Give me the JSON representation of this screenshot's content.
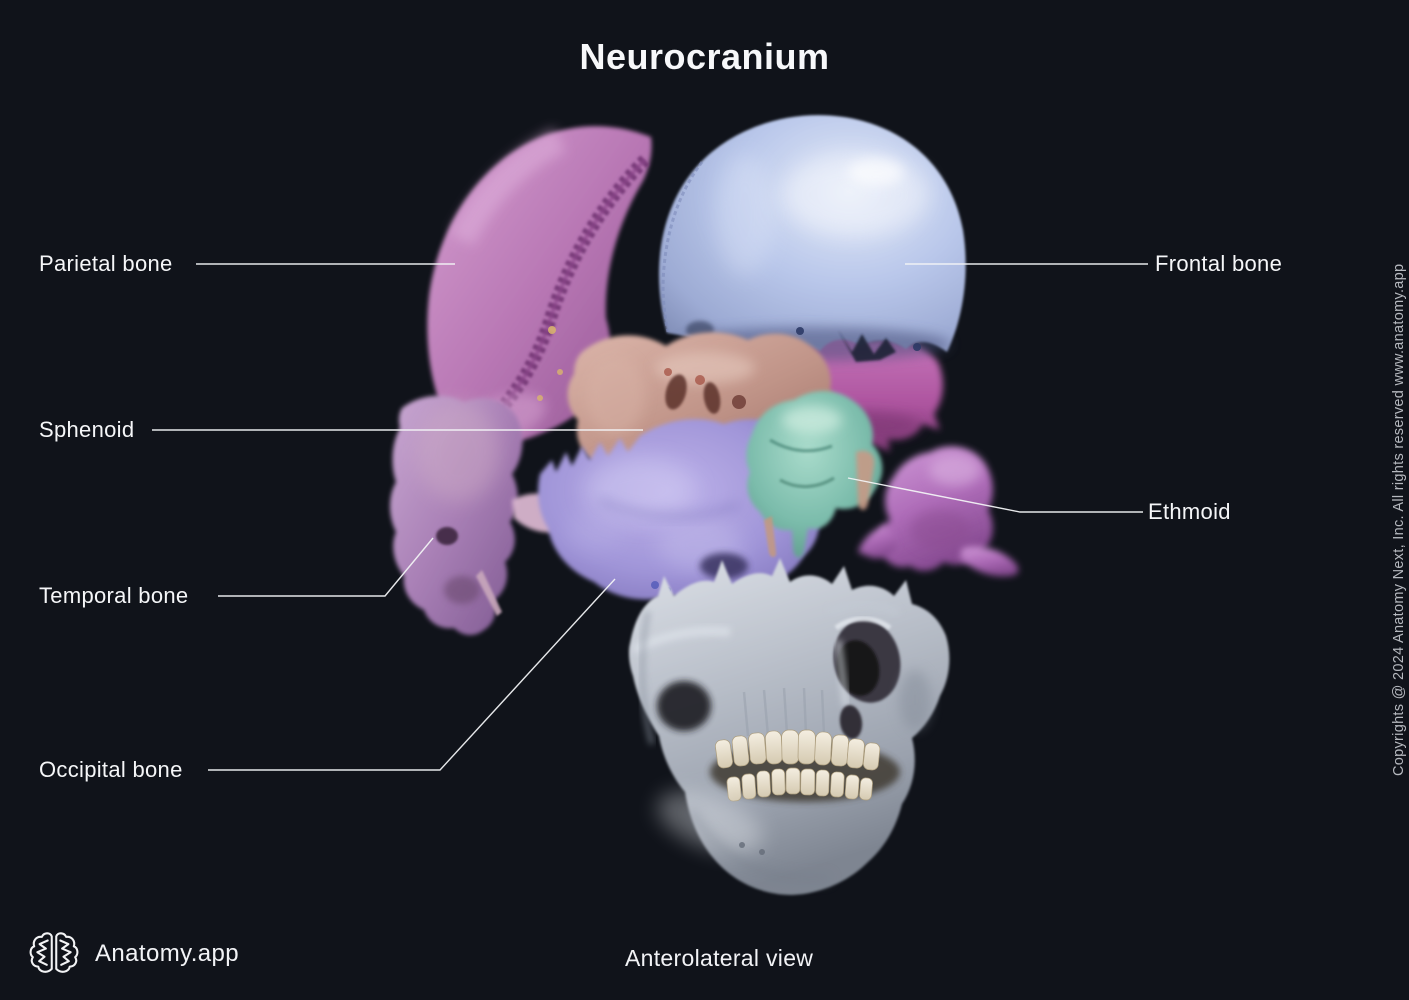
{
  "title": "Neurocranium",
  "view": {
    "label": "Anterolateral view"
  },
  "brand": {
    "name": "Anatomy.app",
    "logo_icon": "brain-icon"
  },
  "copyright": {
    "text": "Copyrights @ 2024 Anatomy Next, Inc. All rights reserved www.anatomy.app"
  },
  "figure": {
    "labels": {
      "parietal": {
        "text": "Parietal bone",
        "side": "left"
      },
      "sphenoid": {
        "text": "Sphenoid",
        "side": "left"
      },
      "temporal": {
        "text": "Temporal bone",
        "side": "left"
      },
      "occipital": {
        "text": "Occipital bone",
        "side": "left"
      },
      "frontal": {
        "text": "Frontal bone",
        "side": "right"
      },
      "ethmoid": {
        "text": "Ethmoid",
        "side": "right"
      }
    },
    "bone_colors": {
      "parietal": "#bb79b7",
      "frontal": "#b5c3e8",
      "sphenoid": "#c59e93",
      "ethmoid": "#7fc0ae",
      "temporal": "#b189bd",
      "occipital": "#9f94d8",
      "viscerocranium": "#bcc2cc"
    }
  },
  "colors": {
    "background": "#10131a",
    "text": "#f5f6f8",
    "leader_line": "#f2f3f5",
    "copyright_text": "#b6b9bf"
  }
}
